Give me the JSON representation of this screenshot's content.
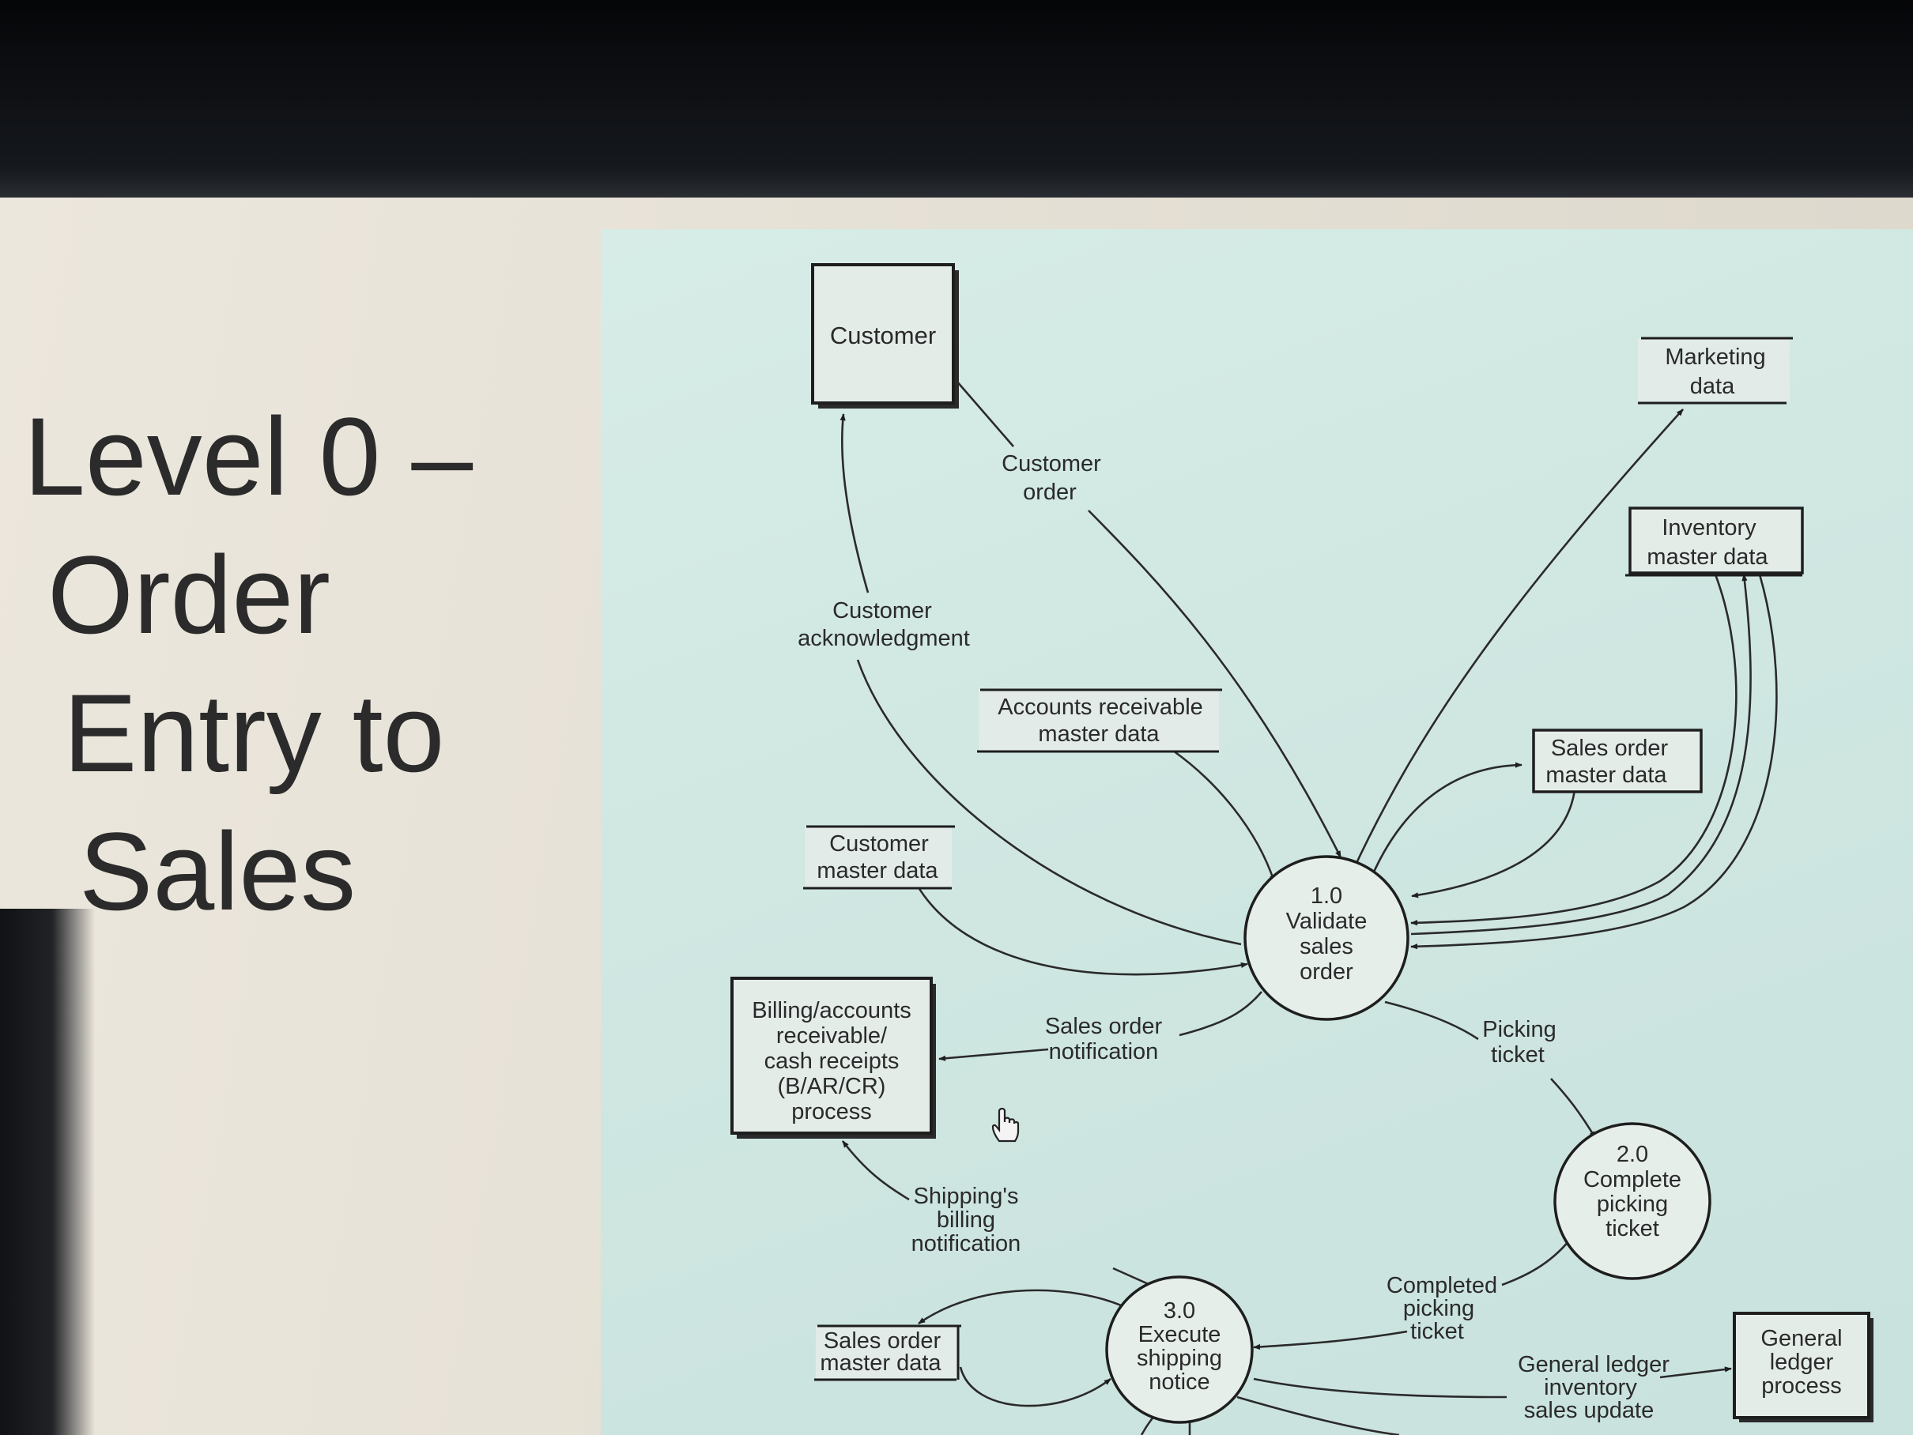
{
  "slide": {
    "title_lines": [
      "Level 0 –",
      "Order",
      "Entry to",
      "Sales"
    ]
  },
  "diagram": {
    "external_entities": {
      "customer": "Customer",
      "billing": [
        "Billing/accounts",
        "receivable/",
        "cash receipts",
        "(B/AR/CR)",
        "process"
      ],
      "general_ledger": [
        "General",
        "ledger",
        "process"
      ]
    },
    "processes": {
      "p1": [
        "1.0",
        "Validate",
        "sales",
        "order"
      ],
      "p2": [
        "2.0",
        "Complete",
        "picking",
        "ticket"
      ],
      "p3": [
        "3.0",
        "Execute",
        "shipping",
        "notice"
      ]
    },
    "data_stores": {
      "marketing": [
        "Marketing",
        "data"
      ],
      "inventory": [
        "Inventory",
        "master data"
      ],
      "accounts_receivable": [
        "Accounts receivable",
        "master data"
      ],
      "sales_order_top": [
        "Sales order",
        "master data"
      ],
      "customer_master": [
        "Customer",
        "master data"
      ],
      "sales_order_bottom": [
        "Sales order",
        "master data"
      ]
    },
    "flows": {
      "customer_order": [
        "Customer",
        "order"
      ],
      "customer_ack": [
        "Customer",
        "acknowledgment"
      ],
      "sales_order_notification": [
        "Sales order",
        "notification"
      ],
      "picking_ticket": [
        "Picking",
        "ticket"
      ],
      "shipping_billing": [
        "Shipping's",
        "billing",
        "notification"
      ],
      "completed_picking": [
        "Completed",
        "picking",
        "ticket"
      ],
      "gl_update": [
        "General ledger",
        "inventory",
        "sales update"
      ]
    }
  }
}
